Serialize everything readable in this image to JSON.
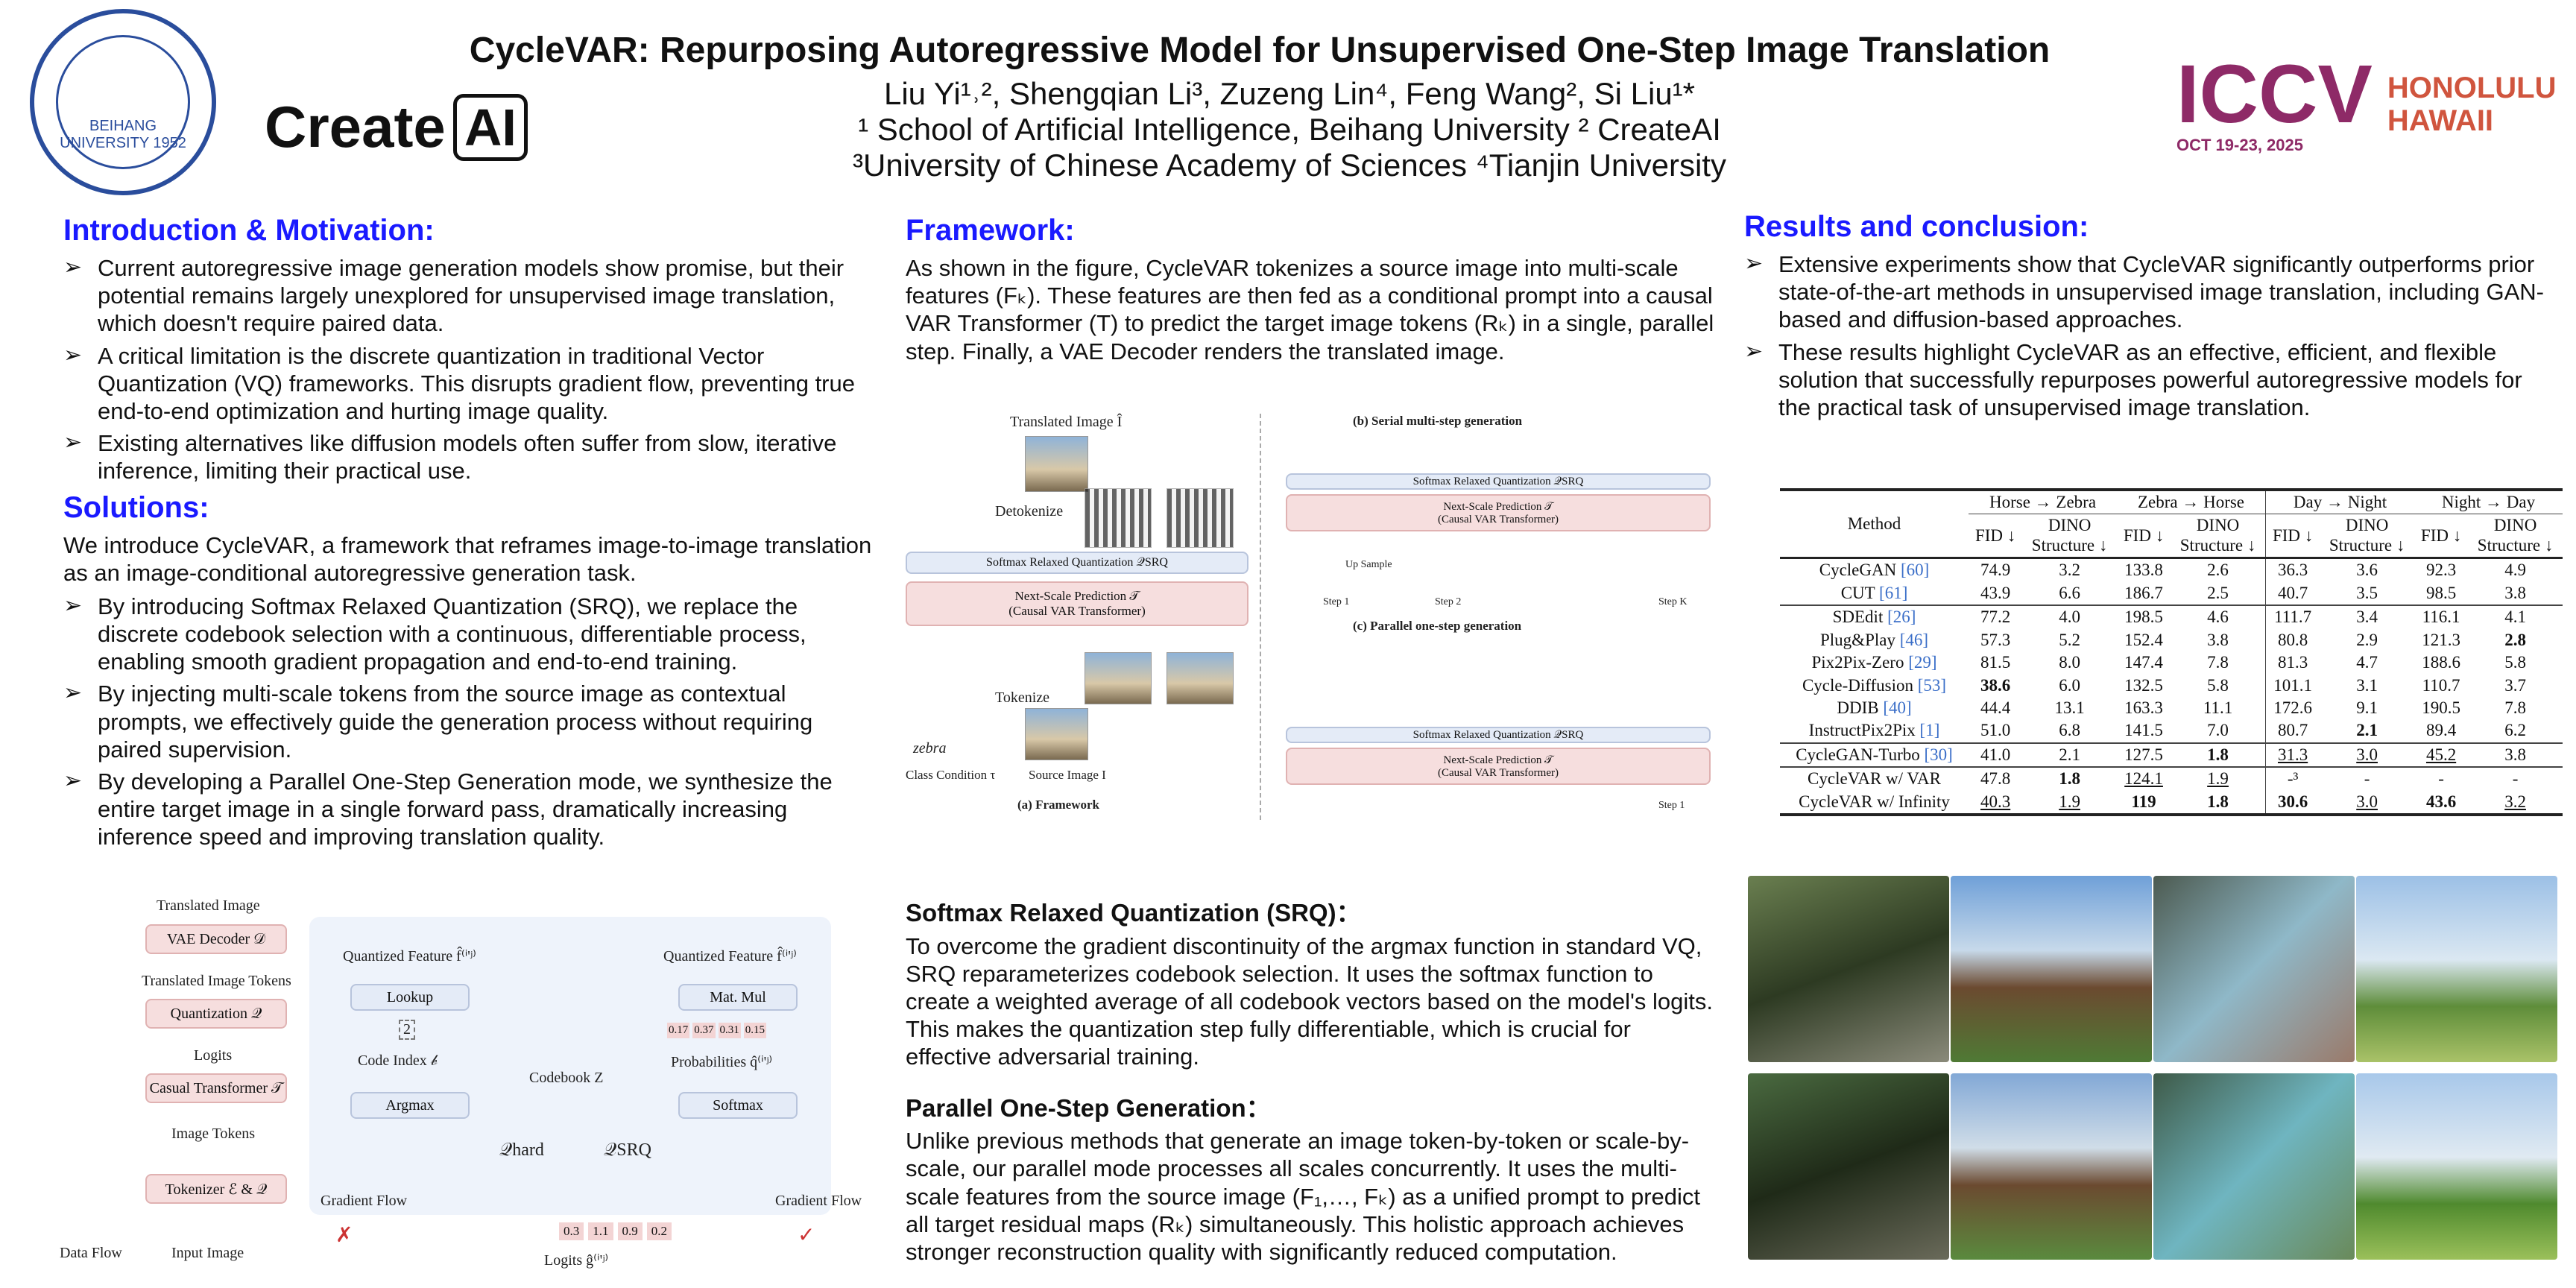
{
  "header": {
    "title": "CycleVAR: Repurposing Autoregressive Model for Unsupervised One-Step Image Translation",
    "authors": "Liu Yi¹˒², Shengqian Li³, Zuzeng Lin⁴, Feng Wang², Si Liu¹*",
    "affil1": "¹ School of Artificial Intelligence, Beihang University  ² CreateAI",
    "affil2": "³University of Chinese Academy of Sciences ⁴Tianjin University",
    "logo_left": "BEIHANG UNIVERSITY 1952",
    "logo_createai_a": "Create",
    "logo_createai_b": "AI",
    "logo_iccv": "ICCV",
    "logo_iccv_date": "OCT 19-23, 2025",
    "logo_iccv_loc1": "HONOLULU",
    "logo_iccv_loc2": "HAWAII"
  },
  "intro": {
    "heading": "Introduction & Motivation:",
    "bullets": [
      "Current autoregressive image generation models show promise, but their potential remains largely unexplored for unsupervised image translation, which doesn't require paired data.",
      "A critical limitation is the discrete quantization in traditional Vector Quantization (VQ) frameworks. This disrupts gradient flow, preventing true end-to-end optimization and hurting image quality.",
      "Existing alternatives like diffusion models often suffer from slow, iterative inference, limiting their practical use."
    ]
  },
  "solutions": {
    "heading": "Solutions:",
    "intro": "We introduce CycleVAR, a framework that reframes image-to-image translation as an image-conditional autoregressive generation task.",
    "bullets": [
      "By introducing Softmax Relaxed Quantization (SRQ), we replace the discrete codebook selection with a continuous, differentiable process, enabling smooth gradient propagation and end-to-end training.",
      "By injecting multi-scale tokens from the source image as contextual prompts, we effectively guide the generation process without requiring paired supervision.",
      "By developing a Parallel One-Step Generation mode, we synthesize the entire target image in a single forward pass, dramatically increasing inference speed and improving translation quality."
    ]
  },
  "srq_figure": {
    "translated_image": "Translated Image",
    "vae_decoder": "VAE Decoder 𝒟",
    "translated_tokens": "Translated Image Tokens",
    "quantization": "Quantization 𝒬",
    "logits": "Logits",
    "casual_transformer": "Casual Transformer 𝒯",
    "image_tokens": "Image Tokens",
    "tokenizer": "Tokenizer  ℰ & 𝒬",
    "input_image": "Input Image",
    "data_flow": "Data Flow",
    "quantized_feature": "Quantized Feature f̂⁽ⁱ'ʲ⁾",
    "lookup": "Lookup",
    "mat_mul": "Mat. Mul",
    "code_index": "Code Index 𝒷",
    "codebook": "Codebook Z",
    "probabilities": "Probabilities q̂⁽ⁱ'ʲ⁾",
    "argmax": "Argmax",
    "softmax": "Softmax",
    "q_hard": "𝒬hard",
    "q_srq": "𝒬SRQ",
    "gradient_flow": "Gradient Flow",
    "cross": "✗",
    "check": "✓",
    "logits_label": "Logits ĝ⁽ⁱ'ʲ⁾",
    "logit_values": [
      "0.3",
      "1.1",
      "0.9",
      "0.2"
    ],
    "prob_values": [
      "0.17",
      "0.37",
      "0.31",
      "0.15"
    ],
    "code_index_value": "2"
  },
  "framework": {
    "heading": "Framework:",
    "text": "As shown in the figure, CycleVAR tokenizes a source image into multi-scale features (Fₖ). These features are then fed as a conditional prompt into a causal VAR Transformer (T) to predict the target image tokens (Rₖ) in a single, parallel step. Finally, a VAE Decoder renders the translated image.",
    "fig": {
      "translated_image": "Translated Image Î",
      "detokenize": "Detokenize",
      "tokenize": "Tokenize",
      "srq": "Softmax Relaxed Quantization 𝒬SRQ",
      "nsp": "Next-Scale Prediction 𝒯",
      "nsp_sub": "(Causal VAR Transformer)",
      "source_image": "Source Image I",
      "class_cond": "Class Condition τ",
      "zebra": "zebra",
      "caption_a": "(a) Framework",
      "caption_b": "(b) Serial multi-step generation",
      "caption_c": "(c) Parallel one-step generation",
      "step1": "Step 1",
      "step2": "Step 2",
      "stepk": "Step K",
      "up_sample": "Up Sample",
      "ellipsis": "..."
    }
  },
  "srq": {
    "heading": "Softmax Relaxed Quantization (SRQ)：",
    "text": "To overcome the gradient discontinuity of the argmax function in standard VQ, SRQ reparameterizes codebook selection. It uses the softmax function to create a weighted average of all codebook vectors based on the model's logits. This makes the quantization step fully differentiable, which is crucial for effective adversarial training."
  },
  "parallel": {
    "heading": "Parallel One-Step Generation：",
    "text": "Unlike previous methods that generate an image token-by-token or scale-by-scale, our parallel mode processes all scales concurrently. It uses the multi-scale features from the source image (F₁,…, Fₖ) as a unified prompt to predict all target residual maps (Rₖ) simultaneously. This holistic approach achieves stronger reconstruction quality with significantly reduced computation."
  },
  "results": {
    "heading": "Results and conclusion:",
    "bullets": [
      "Extensive experiments show that CycleVAR significantly outperforms prior state-of-the-art methods in unsupervised image translation, including GAN-based and diffusion-based approaches.",
      "These results highlight CycleVAR as an effective, efficient, and flexible solution that successfully repurposes powerful autoregressive models for the practical task of unsupervised image translation."
    ]
  },
  "table": {
    "method": "Method",
    "tasks": [
      "Horse → Zebra",
      "Zebra → Horse",
      "Day → Night",
      "Night → Day"
    ],
    "fid": "FID ↓",
    "dino1": "DINO",
    "dino2": "Structure ↓",
    "groups": [
      [
        {
          "name": "CycleGAN",
          "ref": "[60]",
          "v": [
            "74.9",
            "3.2",
            "133.8",
            "2.6",
            "36.3",
            "3.6",
            "92.3",
            "4.9"
          ]
        },
        {
          "name": "CUT",
          "ref": "[61]",
          "v": [
            "43.9",
            "6.6",
            "186.7",
            "2.5",
            "40.7",
            "3.5",
            "98.5",
            "3.8"
          ]
        }
      ],
      [
        {
          "name": "SDEdit",
          "ref": "[26]",
          "v": [
            "77.2",
            "4.0",
            "198.5",
            "4.6",
            "111.7",
            "3.4",
            "116.1",
            "4.1"
          ]
        },
        {
          "name": "Plug&Play",
          "ref": "[46]",
          "v": [
            "57.3",
            "5.2",
            "152.4",
            "3.8",
            "80.8",
            "2.9",
            "121.3",
            "2.8"
          ],
          "bold": [
            7
          ]
        },
        {
          "name": "Pix2Pix-Zero",
          "ref": "[29]",
          "v": [
            "81.5",
            "8.0",
            "147.4",
            "7.8",
            "81.3",
            "4.7",
            "188.6",
            "5.8"
          ]
        },
        {
          "name": "Cycle-Diffusion",
          "ref": "[53]",
          "v": [
            "38.6",
            "6.0",
            "132.5",
            "5.8",
            "101.1",
            "3.1",
            "110.7",
            "3.7"
          ],
          "bold": [
            0
          ]
        },
        {
          "name": "DDIB",
          "ref": "[40]",
          "v": [
            "44.4",
            "13.1",
            "163.3",
            "11.1",
            "172.6",
            "9.1",
            "190.5",
            "7.8"
          ]
        },
        {
          "name": "InstructPix2Pix",
          "ref": "[1]",
          "v": [
            "51.0",
            "6.8",
            "141.5",
            "7.0",
            "80.7",
            "2.1",
            "89.4",
            "6.2"
          ],
          "bold": [
            5
          ]
        }
      ],
      [
        {
          "name": "CycleGAN-Turbo",
          "ref": "[30]",
          "v": [
            "41.0",
            "2.1",
            "127.5",
            "1.8",
            "31.3",
            "3.0",
            "45.2",
            "3.8"
          ],
          "bold": [
            3
          ],
          "under": [
            4,
            5,
            6
          ]
        }
      ],
      [
        {
          "name": "CycleVAR w/ VAR",
          "ref": "",
          "v": [
            "47.8",
            "1.8",
            "124.1",
            "1.9",
            "-³",
            "-",
            "-",
            "-"
          ],
          "bold": [
            1
          ],
          "under": [
            2,
            3
          ]
        },
        {
          "name": "CycleVAR w/ Infinity",
          "ref": "",
          "v": [
            "40.3",
            "1.9",
            "119",
            "1.8",
            "30.6",
            "3.0",
            "43.6",
            "3.2"
          ],
          "bold": [
            2,
            3,
            4,
            6
          ],
          "under": [
            0,
            1,
            5,
            7
          ]
        }
      ]
    ]
  }
}
